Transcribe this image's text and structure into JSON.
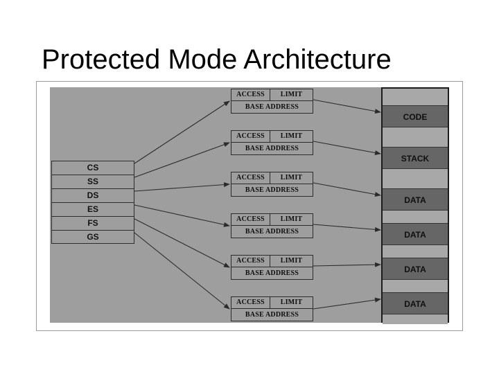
{
  "slide": {
    "title": "Protected Mode Architecture"
  },
  "colors": {
    "canvas_background": "#9e9e9e",
    "box_border": "#2b2b2b",
    "memory_free": "#a8a8a8",
    "memory_used": "#666666",
    "memory_border": "#1c1c1c",
    "text": "#111111",
    "frame_border": "#9a9a9a"
  },
  "registers": {
    "name": "segment-registers",
    "items": [
      {
        "label": "CS"
      },
      {
        "label": "SS"
      },
      {
        "label": "DS"
      },
      {
        "label": "ES"
      },
      {
        "label": "FS"
      },
      {
        "label": "GS"
      }
    ]
  },
  "descriptors": {
    "field_access": "ACCESS",
    "field_limit": "LIMIT",
    "field_base": "BASE ADDRESS",
    "items": [
      {
        "access": "ACCESS",
        "limit": "LIMIT",
        "base": "BASE ADDRESS"
      },
      {
        "access": "ACCESS",
        "limit": "LIMIT",
        "base": "BASE ADDRESS"
      },
      {
        "access": "ACCESS",
        "limit": "LIMIT",
        "base": "BASE ADDRESS"
      },
      {
        "access": "ACCESS",
        "limit": "LIMIT",
        "base": "BASE ADDRESS"
      },
      {
        "access": "ACCESS",
        "limit": "LIMIT",
        "base": "BASE ADDRESS"
      },
      {
        "access": "ACCESS",
        "limit": "LIMIT",
        "base": "BASE ADDRESS"
      }
    ]
  },
  "memory": {
    "name": "physical-memory",
    "segments": [
      {
        "label": "",
        "type": "free"
      },
      {
        "label": "CODE",
        "type": "used"
      },
      {
        "label": "",
        "type": "free"
      },
      {
        "label": "STACK",
        "type": "used"
      },
      {
        "label": "",
        "type": "free"
      },
      {
        "label": "DATA",
        "type": "used"
      },
      {
        "label": "",
        "type": "free"
      },
      {
        "label": "DATA",
        "type": "used"
      },
      {
        "label": "",
        "type": "free"
      },
      {
        "label": "DATA",
        "type": "used"
      },
      {
        "label": "",
        "type": "free"
      },
      {
        "label": "DATA",
        "type": "used"
      },
      {
        "label": "",
        "type": "free"
      }
    ]
  },
  "connectors": {
    "register_to_descriptor": [
      {
        "from": "CS",
        "to_descriptor": 0
      },
      {
        "from": "SS",
        "to_descriptor": 1
      },
      {
        "from": "DS",
        "to_descriptor": 2
      },
      {
        "from": "ES",
        "to_descriptor": 3
      },
      {
        "from": "FS",
        "to_descriptor": 4
      },
      {
        "from": "GS",
        "to_descriptor": 5
      }
    ],
    "descriptor_to_memory": [
      {
        "from_descriptor": 0,
        "to_segment": "CODE"
      },
      {
        "from_descriptor": 1,
        "to_segment": "STACK"
      },
      {
        "from_descriptor": 2,
        "to_segment": "DATA"
      },
      {
        "from_descriptor": 3,
        "to_segment": "DATA"
      },
      {
        "from_descriptor": 4,
        "to_segment": "DATA"
      },
      {
        "from_descriptor": 5,
        "to_segment": "DATA"
      }
    ]
  }
}
